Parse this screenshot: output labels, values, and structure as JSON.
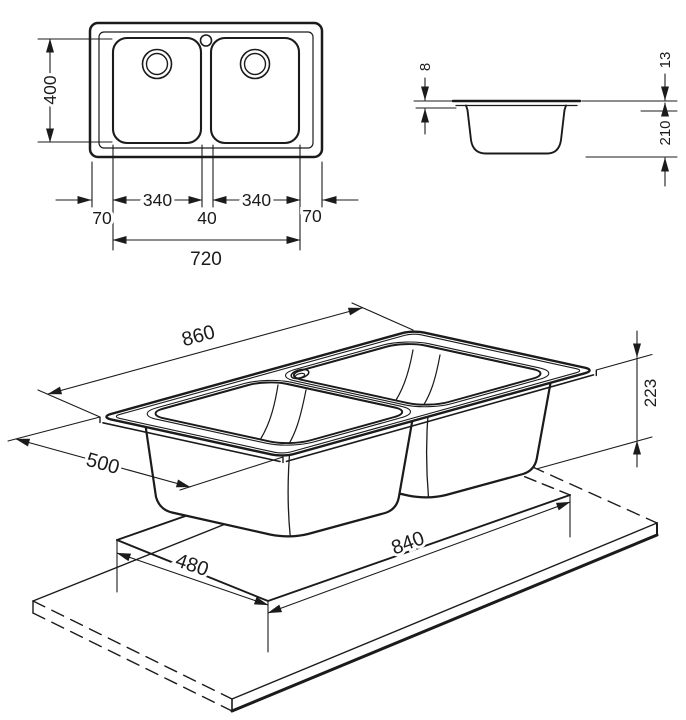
{
  "drawing_title": "double-bowl-sink-dimension-drawing",
  "plan": {
    "bowl_depth_front_to_back": "400",
    "bowl1_width": "340",
    "center_gap": "40",
    "bowl2_width": "340",
    "left_margin": "70",
    "right_margin": "70",
    "bowls_span": "720"
  },
  "side": {
    "rim_sheet_thickness": "8",
    "rim_height_above_worktop": "13",
    "bowl_depth": "210"
  },
  "iso": {
    "overall_length": "860",
    "overall_width": "500",
    "overall_height": "223",
    "cutout_length": "840",
    "cutout_width": "480"
  }
}
